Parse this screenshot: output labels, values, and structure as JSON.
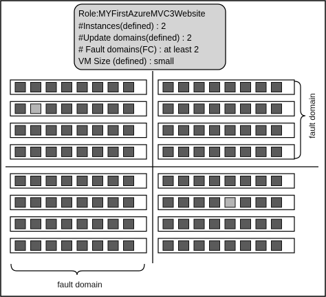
{
  "callout": {
    "lines": [
      "Role:MYFirstAzureMVC3Website",
      "#Instances(defined) : 2",
      "#Update domains(defined) : 2",
      "# Fault domains(FC) : at least 2",
      "VM Size (defined) : small"
    ]
  },
  "labels": {
    "fault_domain_right": "fault domain",
    "fault_domain_bottom": "fault domain"
  },
  "grid": {
    "quadrants": [
      {
        "name": "top-left",
        "highlighted": {
          "row": 1,
          "slot": 1
        }
      },
      {
        "name": "top-right",
        "highlighted": null
      },
      {
        "name": "bottom-left",
        "highlighted": null
      },
      {
        "name": "bottom-right",
        "highlighted": {
          "row": 1,
          "slot": 4
        }
      }
    ],
    "rows_per_quadrant": 4,
    "slots_per_row": 8
  },
  "colors": {
    "frame": "#000000",
    "callout_fill": "#d4d4d4",
    "row_fill": "#ffffff",
    "slot_fill": "#5a5a5a",
    "slot_highlight_fill": "#b5b5b5",
    "slot_stroke": "#111111"
  }
}
